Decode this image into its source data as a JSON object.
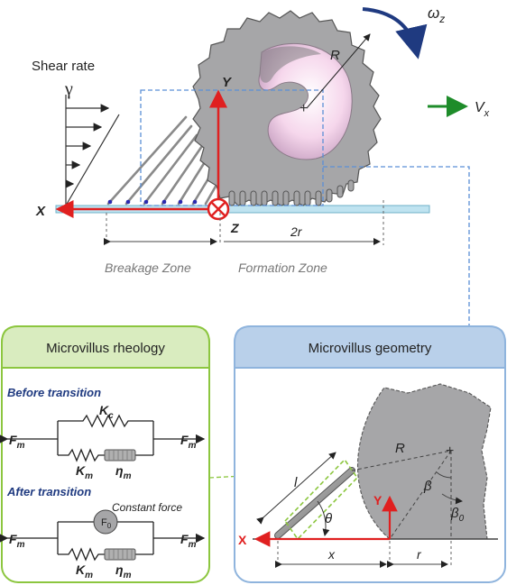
{
  "top": {
    "shear_label": "Shear rate",
    "gamma": "γ",
    "omega": "ω",
    "omega_sub": "z",
    "R": "R",
    "v": "V",
    "v_sub": "x",
    "X": "X",
    "Y": "Y",
    "Z": "Z",
    "two_r": "2r",
    "breakage": "Breakage Zone",
    "formation": "Formation Zone"
  },
  "rheology": {
    "title": "Microvillus rheology",
    "before": "Before transition",
    "after": "After transition",
    "Kc": "K",
    "Kc_sub": "c",
    "Km": "K",
    "Km_sub": "m",
    "eta": "η",
    "eta_sub": "m",
    "F": "F",
    "F_sub": "m",
    "F0": "F",
    "F0_sub": "0",
    "constant": "Constant force"
  },
  "geometry": {
    "title": "Microvillus geometry",
    "R": "R",
    "l": "l",
    "theta": "θ",
    "beta": "β",
    "beta0": "β",
    "beta0_sub": "0",
    "X": "X",
    "Y": "Y",
    "x": "x",
    "r": "r"
  },
  "colors": {
    "cell": "#a6a6a8",
    "red_axis": "#e02020",
    "blue_dash": "#5b8fd6",
    "green_panel": "#8cc63f",
    "blue_panel": "#8fb4dd",
    "navy": "#1f3a80",
    "green_arrow": "#1e8c2a"
  }
}
